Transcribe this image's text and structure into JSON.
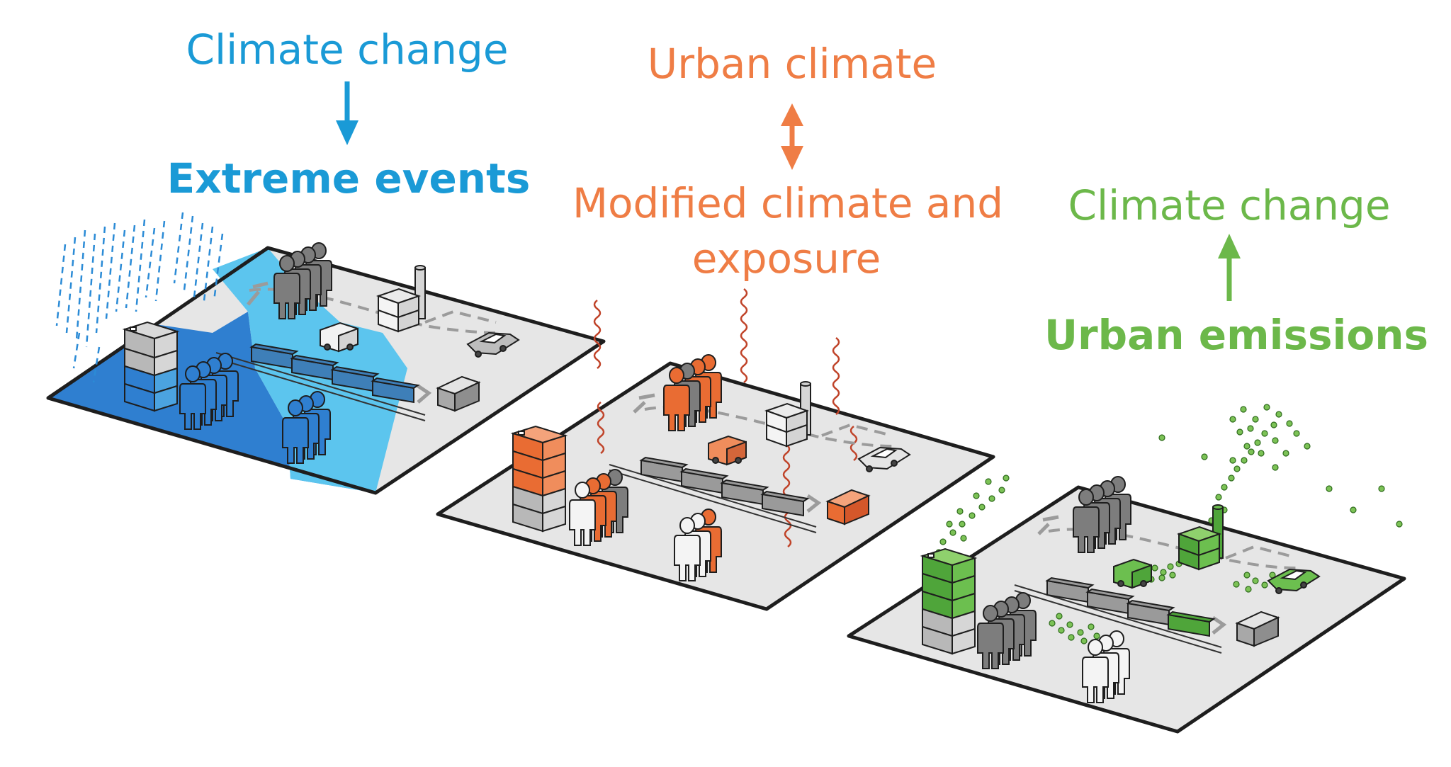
{
  "panels": [
    {
      "theme": "extreme-events",
      "accent": "#1a9ad6",
      "top_label": "Climate change",
      "bottom_label": "Extreme events",
      "arrow": "down"
    },
    {
      "theme": "urban-climate",
      "accent": "#ef7d45",
      "top_label": "Urban climate",
      "bottom_label_line1": "Modified climate and",
      "bottom_label_line2": "exposure",
      "arrow": "both"
    },
    {
      "theme": "urban-emissions",
      "accent": "#6cb84a",
      "top_label": "Climate change",
      "bottom_label": "Urban emissions",
      "arrow": "up"
    }
  ],
  "colors": {
    "ground": "#e6e6e6",
    "outline": "#1e1e1e",
    "gray": "#7d7d7d",
    "white_fig": "#f4f4f4",
    "water_dark": "#2f7fd0",
    "water_light": "#5cc5ee",
    "rain": "#2b8bd6",
    "heat": "#c0442a",
    "shadow": "#c9c9c9",
    "path": "#9b9b9b"
  }
}
